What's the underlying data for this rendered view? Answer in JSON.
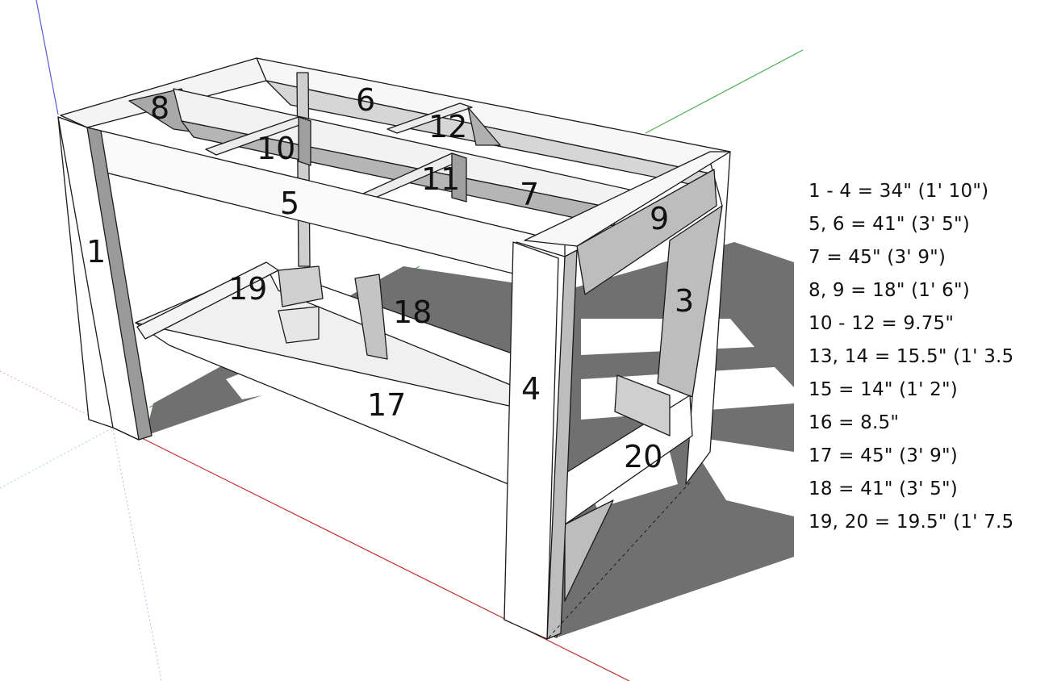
{
  "colors": {
    "axis_blue": "#5a5ad0",
    "axis_red": "#c03030",
    "axis_green": "#4caf50",
    "shadow": "#707070",
    "face_light": "#f7f7f7",
    "face_side": "#bdbdbd",
    "face_dark": "#8c8c8c",
    "edge": "#1a1a1a"
  },
  "part_labels": [
    "1",
    "3",
    "4",
    "5",
    "6",
    "7",
    "8",
    "9",
    "10",
    "11",
    "12",
    "17",
    "18",
    "19",
    "20"
  ],
  "cut_list": [
    "1 - 4 = 34\" (1' 10\")",
    "5, 6 = 41\" (3' 5\")",
    "7 = 45\" (3' 9\")",
    "8, 9 = 18\" (1' 6\")",
    "10 - 12 = 9.75\"",
    "13, 14 = 15.5\" (1' 3.5",
    "15 = 14\" (1' 2\")",
    "16 = 8.5\"",
    "17 = 45\" (3' 9\")",
    "18 = 41\" (3' 5\")",
    "19, 20 = 19.5\" (1' 7.5"
  ]
}
